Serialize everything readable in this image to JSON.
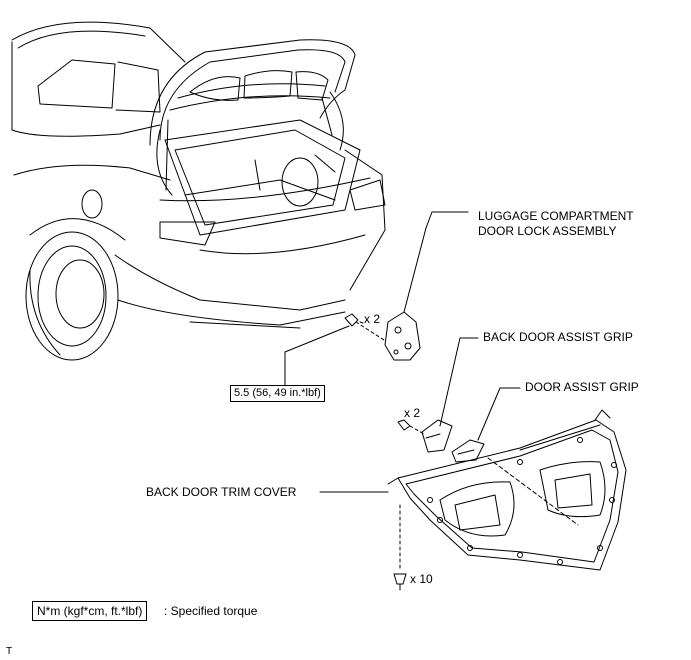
{
  "labels": {
    "lock_line1": "LUGGAGE COMPARTMENT",
    "lock_line2": "DOOR LOCK ASSEMBLY",
    "back_door_assist_grip": "BACK DOOR ASSIST GRIP",
    "door_assist_grip": "DOOR ASSIST GRIP",
    "back_door_trim_cover": "BACK DOOR TRIM COVER",
    "bolt_qty": "x 2",
    "screw_qty": "x 2",
    "clip_qty": "x 10",
    "torque_value": "5.5 (56, 49 in.*lbf)"
  },
  "legend": {
    "unit": "N*m (kgf*cm, ft.*lbf)",
    "description": ": Specified torque"
  },
  "footer": {
    "mark": "T"
  }
}
